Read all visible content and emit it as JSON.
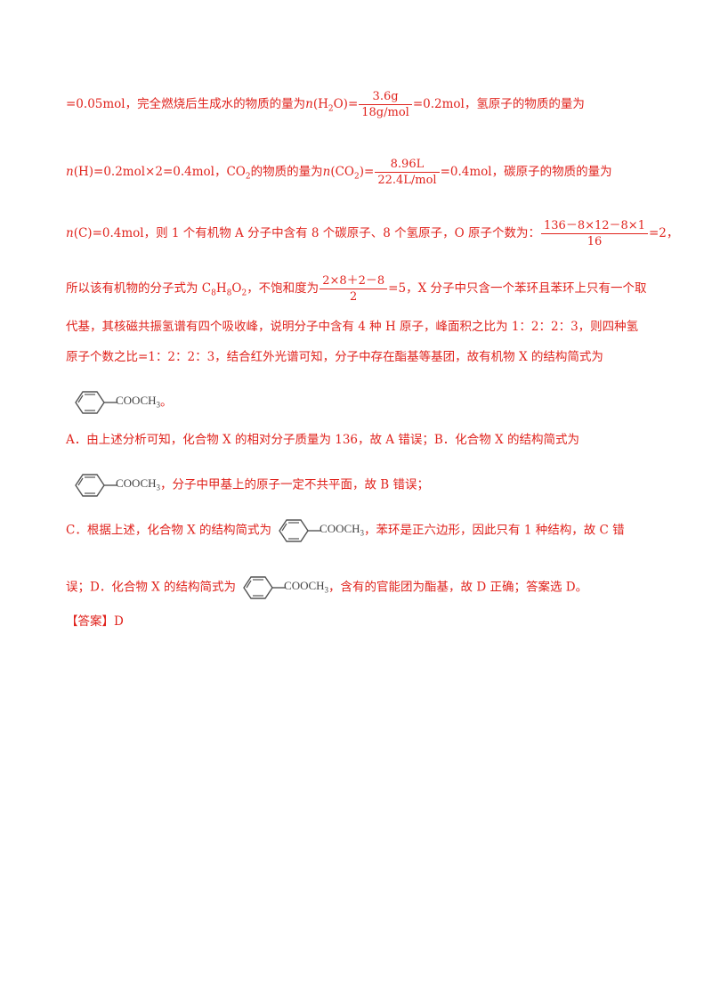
{
  "line1": {
    "pre": "=0.05mol，完全燃烧后生成水的物质的量为",
    "n_symbol": "n",
    "paren_pre": "(H",
    "sub": "2",
    "paren_post": "O)=",
    "frac_num": "3.6g",
    "frac_den": "18g/mol",
    "post": "=0.2mol，氢原子的物质的量为"
  },
  "line2": {
    "n1": "n",
    "part1": "(H)=0.2mol×2=0.4mol，CO",
    "sub1": "2",
    "part2": "的物质的量为",
    "n2": "n",
    "part3": "(CO",
    "sub2": "2",
    "part4": ")=",
    "frac_num": "8.96L",
    "frac_den": "22.4L/mol",
    "post": "=0.4mol，碳原子的物质的量为"
  },
  "line3": {
    "n": "n",
    "pre": "(C)=0.4mol，则 1 个有机物 A 分子中含有 8 个碳原子、8 个氢原子，O 原子个数为：",
    "frac_num": "136－8×12－8×1",
    "frac_den": "16",
    "post": "=2，"
  },
  "line4": {
    "pre": "所以该有机物的分子式为 C",
    "sub1": "8",
    "mid1": "H",
    "sub2": "8",
    "mid2": "O",
    "sub3": "2",
    "mid3": "，不饱和度为",
    "frac_num": "2×8＋2－8",
    "frac_den": "2",
    "post": "=5，X 分子中只含一个苯环且苯环上只有一个取"
  },
  "line5": "代基，其核磁共振氢谱有四个吸收峰，说明分子中含有 4 种 H 原子，峰面积之比为 1：2：2：3，则四种氢",
  "line6": "原子个数之比=1：2：2：3，结合红外光谱可知，分子中存在酯基等基团，故有机物 X 的结构简式为",
  "structure": {
    "group": "COOCH",
    "sub": "3"
  },
  "line7_post": "。",
  "line8": "A．由上述分析可知，化合物 X 的相对分子质量为 136，故 A 错误；B．化合物 X 的结构简式为",
  "line9_post": "，分子中甲基上的原子一定不共平面，故 B 错误；",
  "line10_pre": "C．根据上述，化合物 X 的结构简式为",
  "line10_post": "，苯环是正六边形，因此只有 1 种结构，故 C 错",
  "line11_pre": "误；D．化合物 X 的结构简式为",
  "line11_post": "，含有的官能团为酯基，故 D 正确；答案选 D。",
  "answer": {
    "label": "【答案】",
    "value": "D"
  }
}
